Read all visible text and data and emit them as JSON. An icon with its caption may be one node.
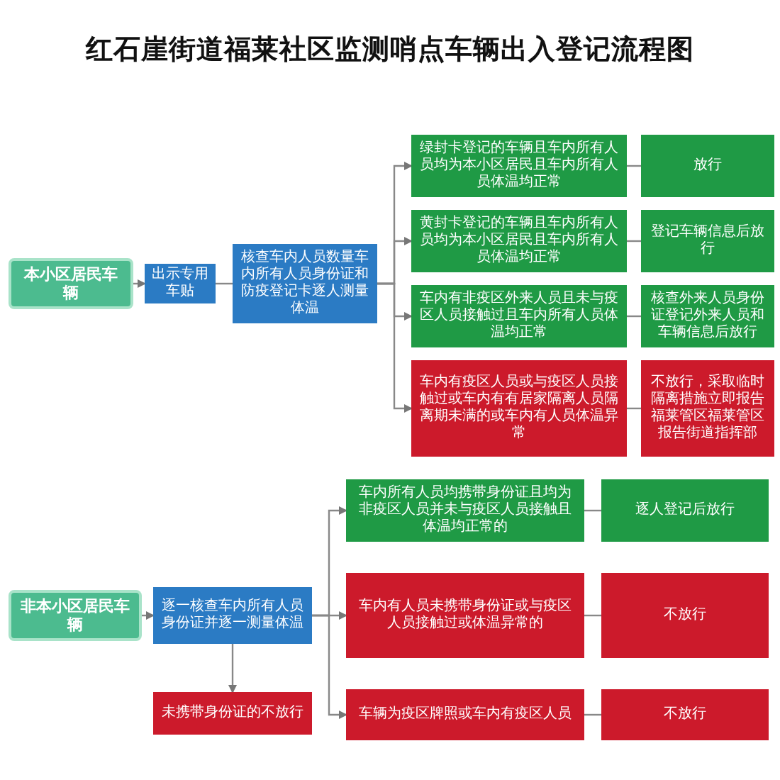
{
  "diagram": {
    "title": "红石崖街道福莱社区监测哨点车辆出入登记流程图",
    "nodes": [
      {
        "text": [
          "本小区居民车辆"
        ]
      },
      {
        "text": [
          "出示专用车贴"
        ]
      },
      {
        "text": [
          "核查车内人员数量车内所有人员身份证和防疫登记卡逐人测量体温"
        ]
      },
      {
        "text": [
          "绿封卡登记的车辆且车内所有人员均为本小区居民且车内所有人员体温均正常"
        ]
      },
      {
        "text": [
          "放行"
        ]
      },
      {
        "text": [
          "黄封卡登记的车辆且车内所有人员均为本小区居民且车内所有人员体温均正常"
        ]
      },
      {
        "text": [
          "登记车辆信息后放行"
        ]
      },
      {
        "text": [
          "车内有非疫区外来人员且未与疫区人员接触过且车内所有人员体温均正常"
        ]
      },
      {
        "text": [
          "核查外来人员身份证登记外来人员和车辆信息后放行"
        ]
      },
      {
        "text": [
          "车内有疫区人员或与疫区人员接触过或车内有有居家隔离人员隔离期未满的或车内有人员体温异常"
        ]
      },
      {
        "text": [
          "不放行，采取临时隔离措施立即报告福莱管区福莱管区报告街道指挥部"
        ]
      },
      {
        "text": [
          "非本小区居民车辆"
        ]
      },
      {
        "text": [
          "逐一核查车内所有人员身份证并逐一测量体温"
        ]
      },
      {
        "text": [
          "未携带身份证的不放行"
        ]
      },
      {
        "text": [
          "车内所有人员均携带身份证且均为非疫区人员并未与疫区人员接触且体温均正常的"
        ]
      },
      {
        "text": [
          "逐人登记后放行"
        ]
      },
      {
        "text": [
          "车内有人员未携带身份证或与疫区人员接触过或体温异常的"
        ]
      },
      {
        "text": [
          "不放行"
        ]
      },
      {
        "text": [
          "车辆为疫区牌照或车内有疫区人员"
        ]
      },
      {
        "text": [
          "不放行"
        ]
      }
    ],
    "edges": [
      {
        "from": 0,
        "to": 1,
        "arrow": "to"
      },
      {
        "from": 1,
        "to": 2,
        "arrow": "none"
      },
      {
        "from": 2,
        "to": 3,
        "arrow": "to"
      },
      {
        "from": 2,
        "to": 5,
        "arrow": "to"
      },
      {
        "from": 2,
        "to": 7,
        "arrow": "to"
      },
      {
        "from": 2,
        "to": 9,
        "arrow": "to"
      },
      {
        "from": 3,
        "to": 4,
        "arrow": "none"
      },
      {
        "from": 5,
        "to": 6,
        "arrow": "none"
      },
      {
        "from": 7,
        "to": 8,
        "arrow": "none"
      },
      {
        "from": 9,
        "to": 10,
        "arrow": "none"
      },
      {
        "from": 11,
        "to": 12,
        "arrow": "to"
      },
      {
        "from": 12,
        "to": 13,
        "arrow": "to"
      },
      {
        "from": 12,
        "to": 14,
        "arrow": "to"
      },
      {
        "from": 12,
        "to": 16,
        "arrow": "to"
      },
      {
        "from": 12,
        "to": 18,
        "arrow": "to"
      },
      {
        "from": 14,
        "to": 15,
        "arrow": "none"
      },
      {
        "from": 16,
        "to": 17,
        "arrow": "none"
      },
      {
        "from": 18,
        "to": 19,
        "arrow": "none"
      }
    ]
  }
}
